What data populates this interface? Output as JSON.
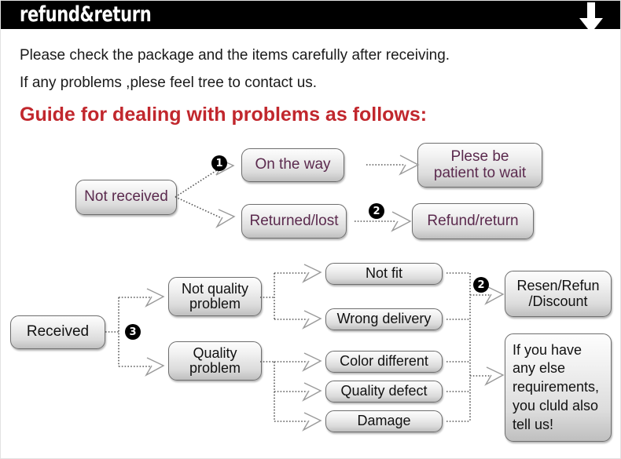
{
  "header": {
    "title": "refund&return",
    "arrow_icon": "down-arrow-icon",
    "background_color": "#000000",
    "text_color": "#ffffff"
  },
  "intro": {
    "line1": "Please check the package and the items carefully after receiving.",
    "line2": "If any problems ,plese feel tree to contact us.",
    "guide_heading": "Guide for dealing with problems as follows:",
    "heading_color": "#c1272d"
  },
  "flow_not_received": {
    "source": "Not received",
    "branches": [
      {
        "badge": "1",
        "status": "On the way",
        "outcome": "Plese be\npatient to wait",
        "outcome_line1": "Plese be",
        "outcome_line2": "patient to wait"
      },
      {
        "badge": "2",
        "status": "Returned/lost",
        "outcome": "Refund/return"
      }
    ],
    "text_color": "#5b2a4e"
  },
  "flow_received": {
    "source": "Received",
    "badge_source": "3",
    "badge_outcome": "2",
    "categories": [
      {
        "label_line1": "Not quality",
        "label_line2": "problem"
      },
      {
        "label_line1": "Quality",
        "label_line2": "problem"
      }
    ],
    "issues_not_quality": [
      "Not fit",
      "Wrong delivery"
    ],
    "issues_quality": [
      "Color different",
      "Quality defect",
      "Damage"
    ],
    "outcome_resolution_line1": "Resen/Refun",
    "outcome_resolution_line2": "/Discount",
    "outcome_note_lines": [
      "If you have",
      "any else",
      "requirements,",
      "you cluld also",
      "tell us!"
    ],
    "text_color": "#111111"
  }
}
